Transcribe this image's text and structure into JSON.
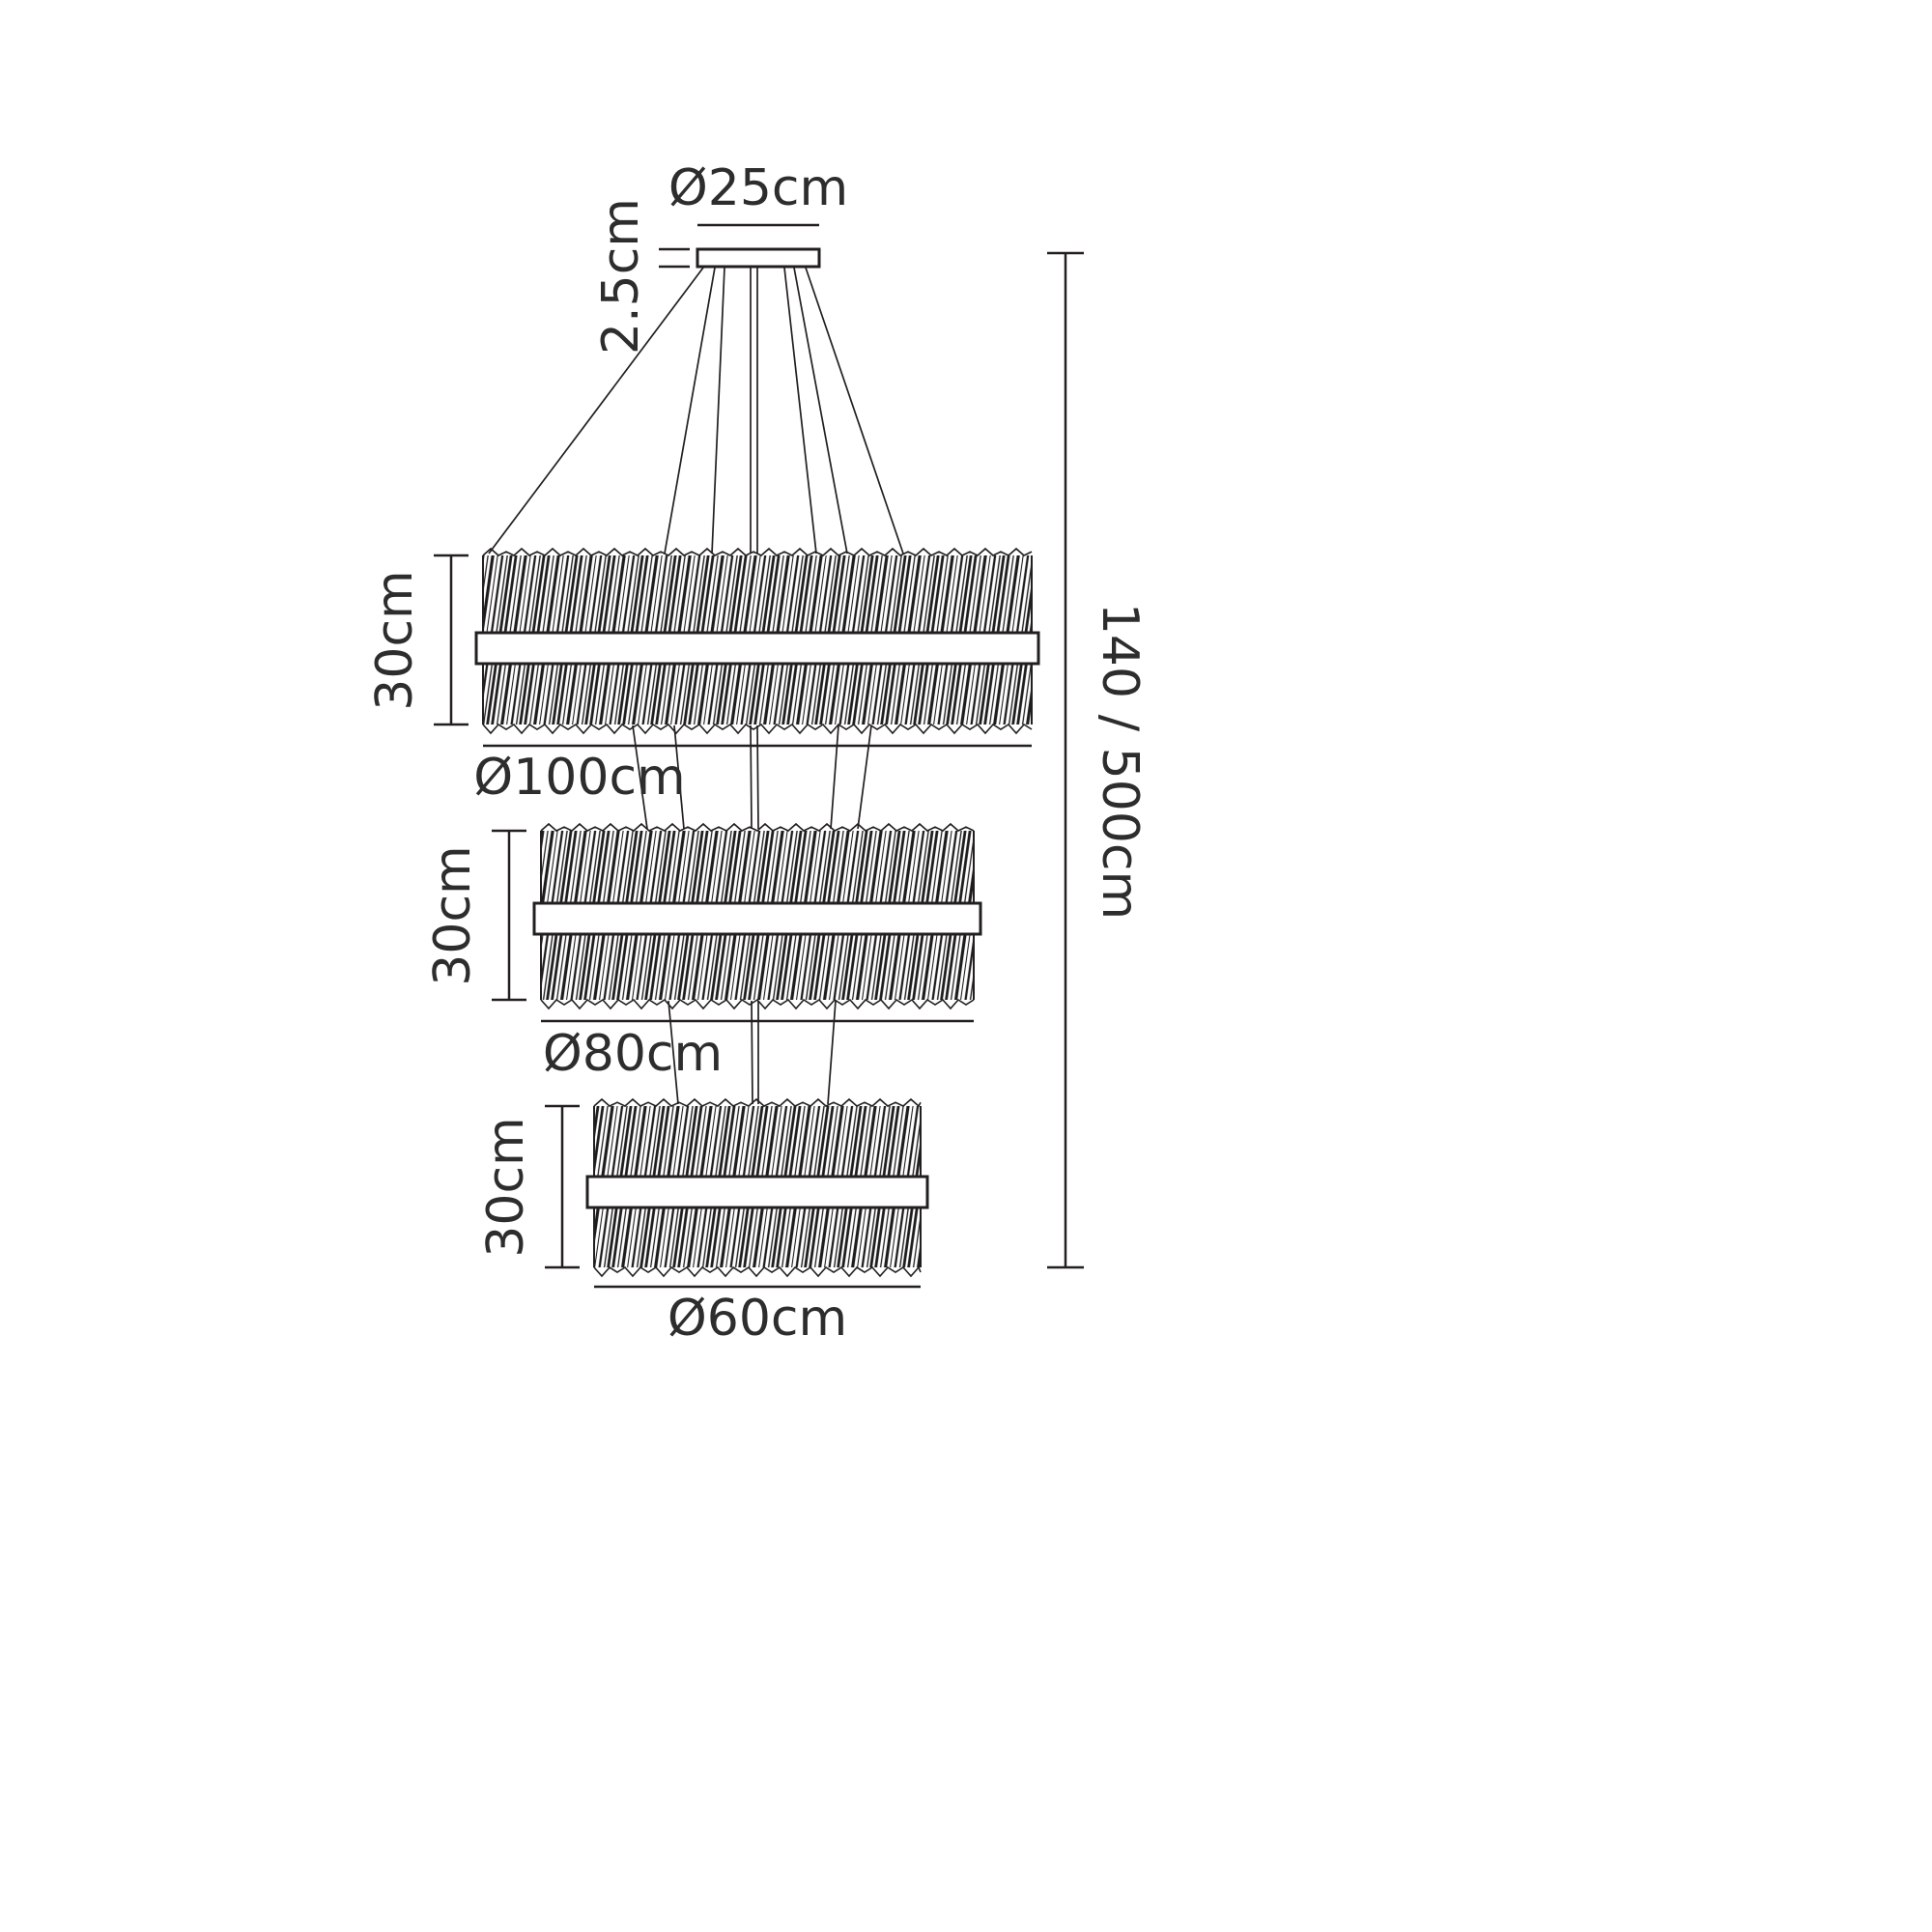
{
  "diagram": {
    "canopy": {
      "diameter_label": "Ø25cm",
      "height_label": "2.5cm"
    },
    "tiers": [
      {
        "height_label": "30cm",
        "diameter_label": "Ø100cm"
      },
      {
        "height_label": "30cm",
        "diameter_label": "Ø80cm"
      },
      {
        "height_label": "30cm",
        "diameter_label": "Ø60cm"
      }
    ],
    "overall_drop_label": "140 / 500cm",
    "colors": {
      "line": "#231f20",
      "text": "#2d2d2d",
      "background": "#ffffff"
    }
  }
}
